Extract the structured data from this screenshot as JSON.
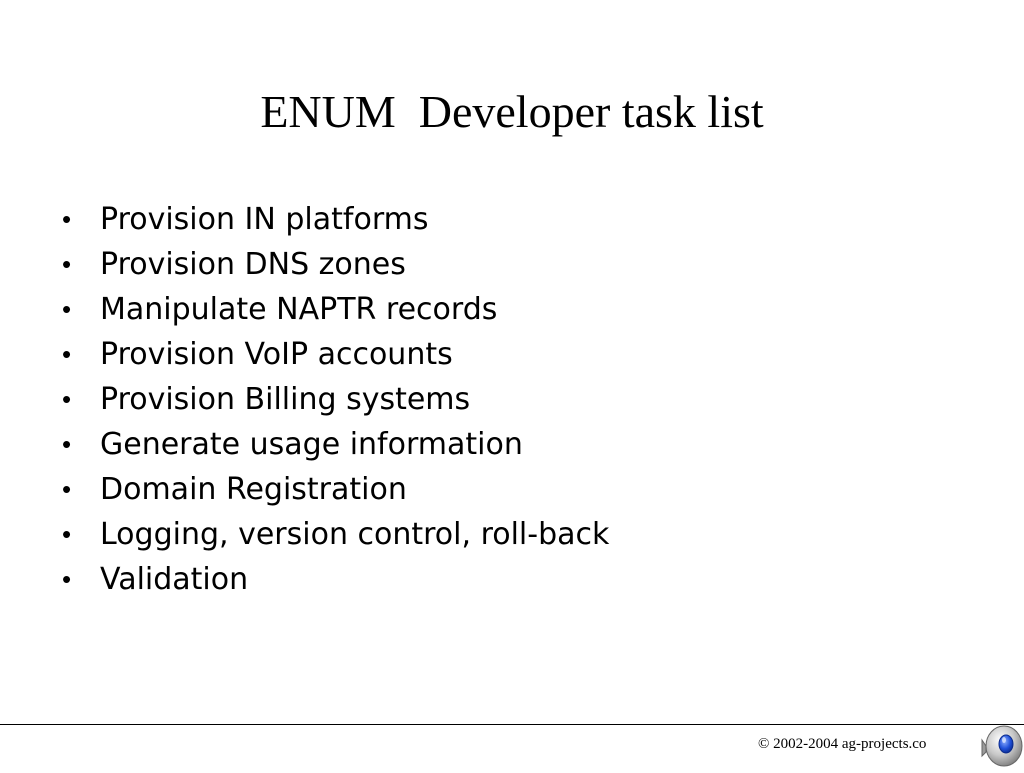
{
  "slide": {
    "title": "ENUM  Developer task list",
    "bullet_symbol": "•",
    "items": [
      {
        "text": "Provision IN platforms"
      },
      {
        "text": "Provision DNS zones"
      },
      {
        "text": "Manipulate NAPTR records"
      },
      {
        "text": "Provision VoIP accounts"
      },
      {
        "text": "Provision Billing systems"
      },
      {
        "text": "Generate usage information"
      },
      {
        "text": "Domain Registration"
      },
      {
        "text": "Logging, version control, roll-back"
      },
      {
        "text": "Validation"
      }
    ]
  },
  "footer": {
    "copyright": "© 2002-2004 ag-projects.co",
    "audio_icon": "speaker-icon"
  },
  "colors": {
    "background": "#ffffff",
    "text": "#000000",
    "icon_blue": "#1e4fd8"
  }
}
